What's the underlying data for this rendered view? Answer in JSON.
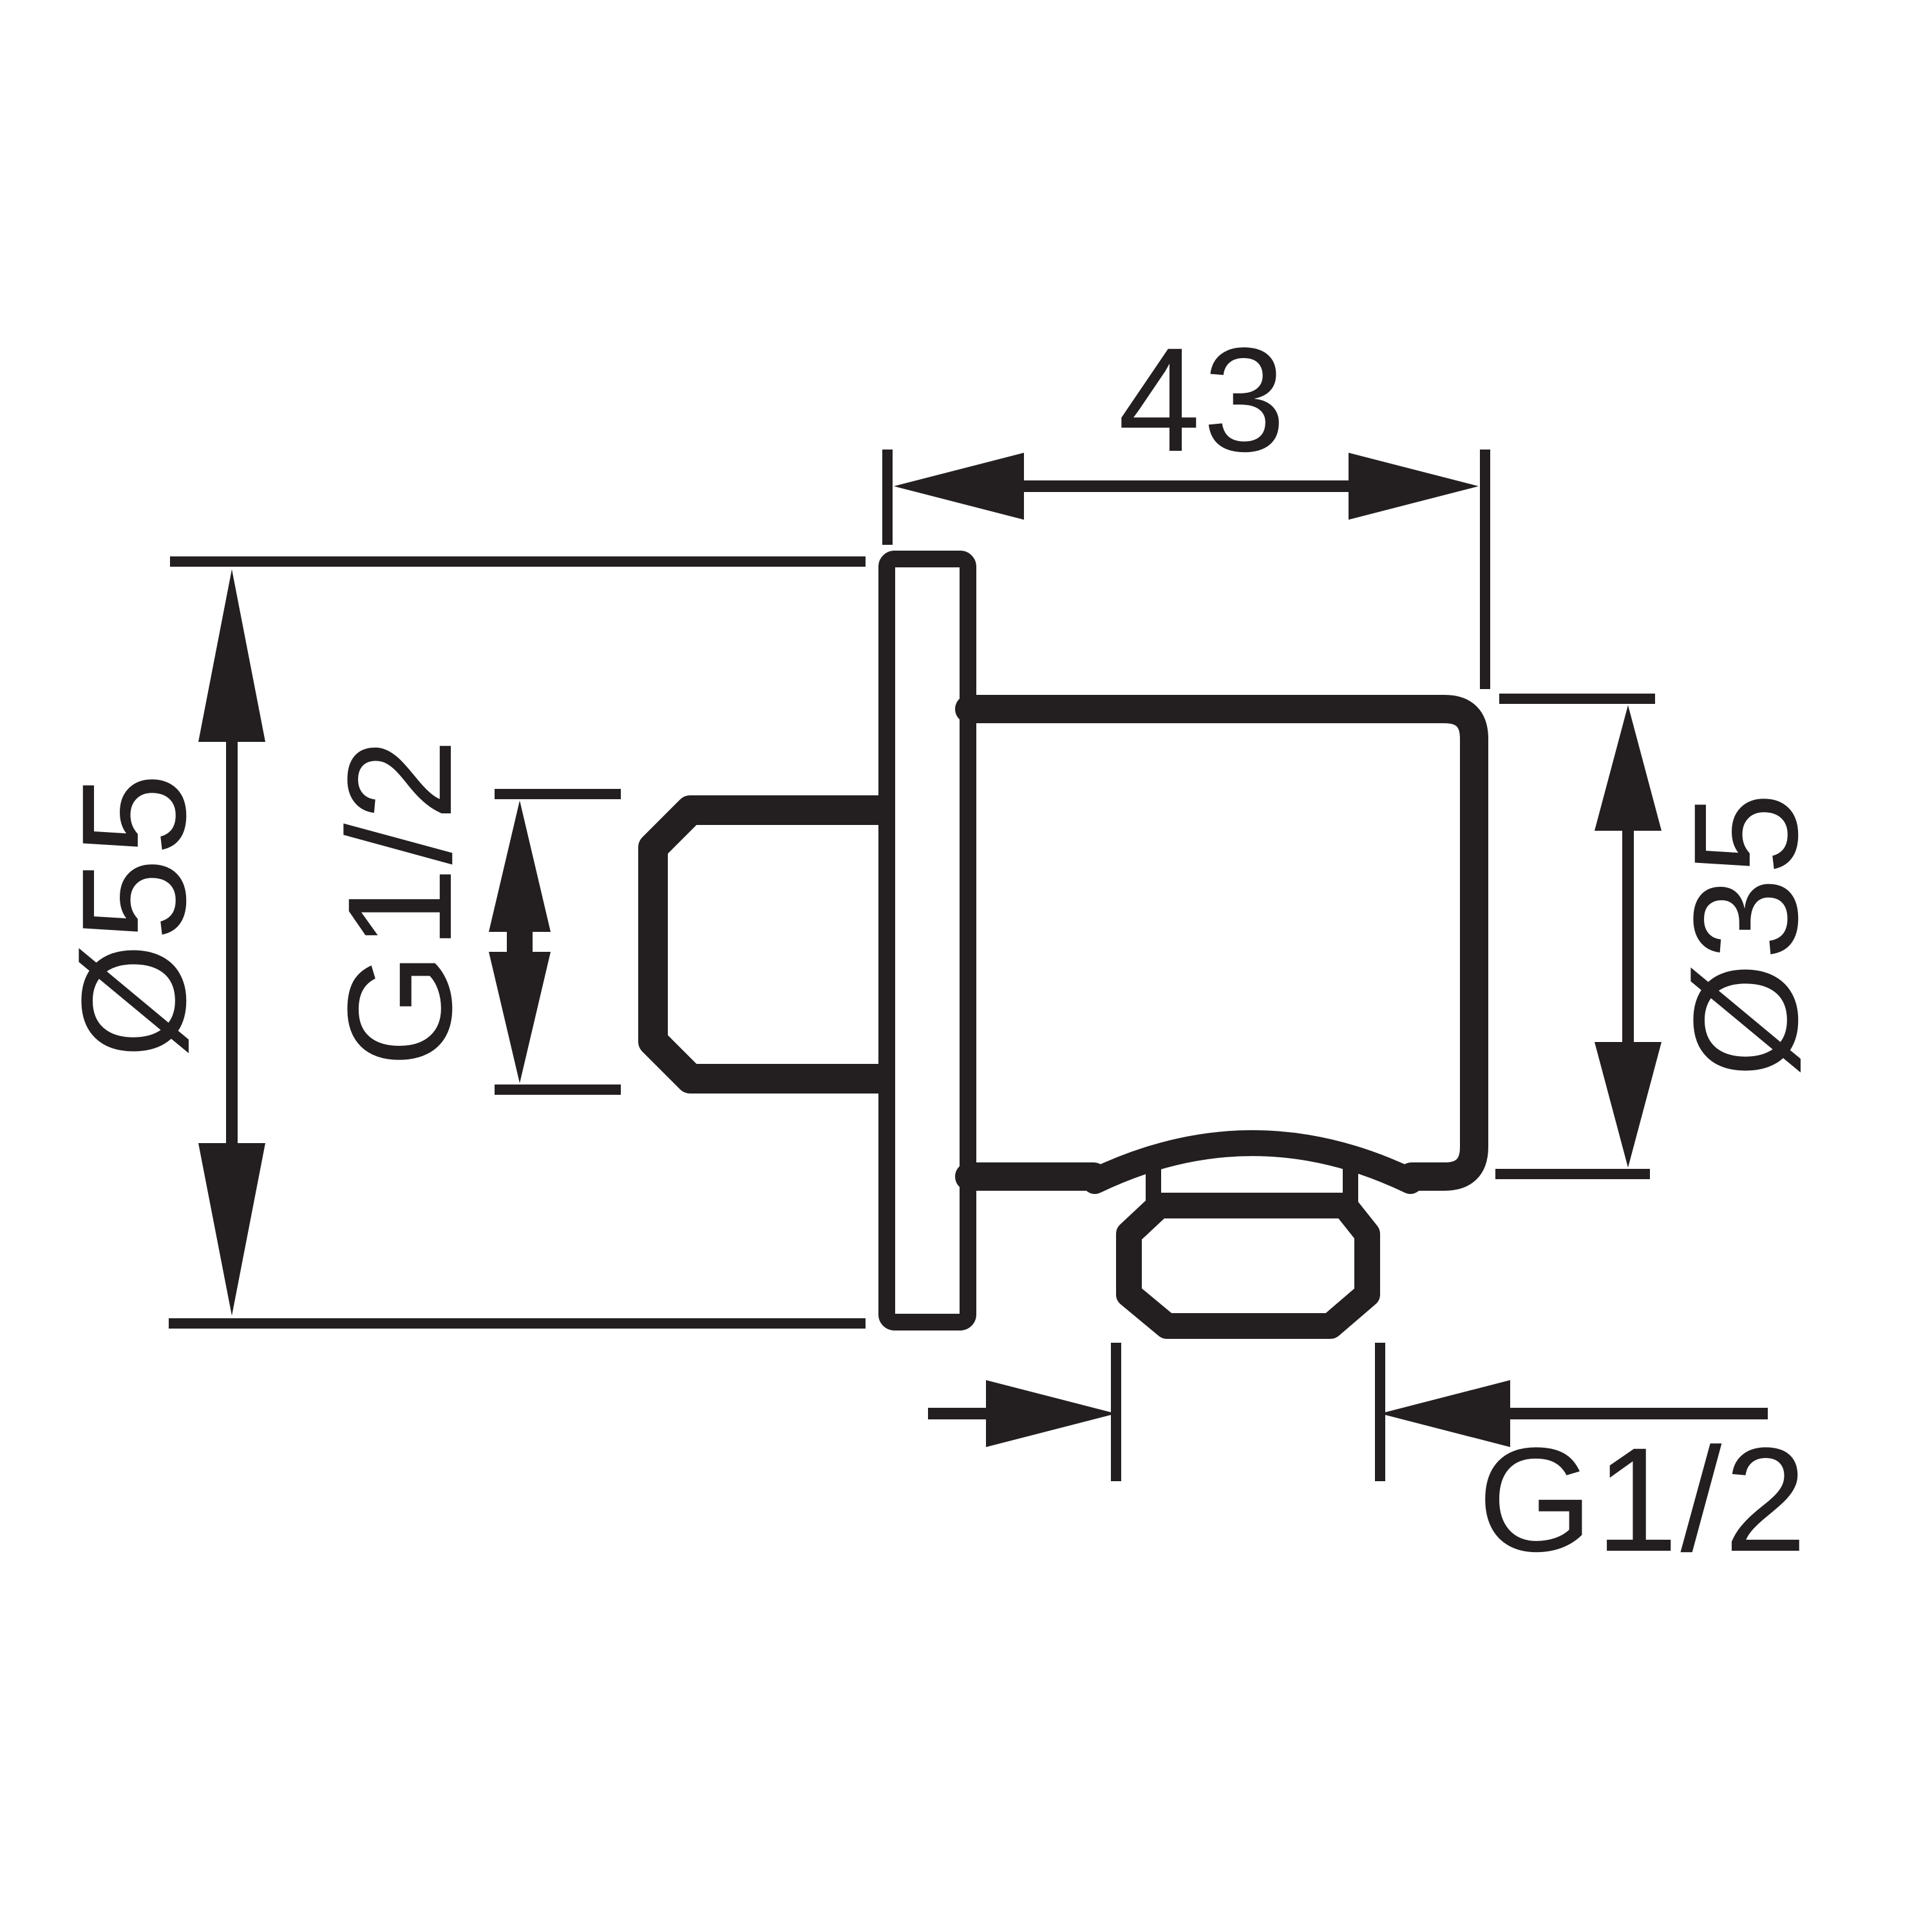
{
  "drawing": {
    "background_color": "#ffffff",
    "line_color": "#231f20",
    "labels": {
      "top_width": "43",
      "flange_diameter": "Ø55",
      "inlet_thread": "G1/2",
      "body_diameter": "Ø35",
      "outlet_thread": "G1/2"
    }
  }
}
